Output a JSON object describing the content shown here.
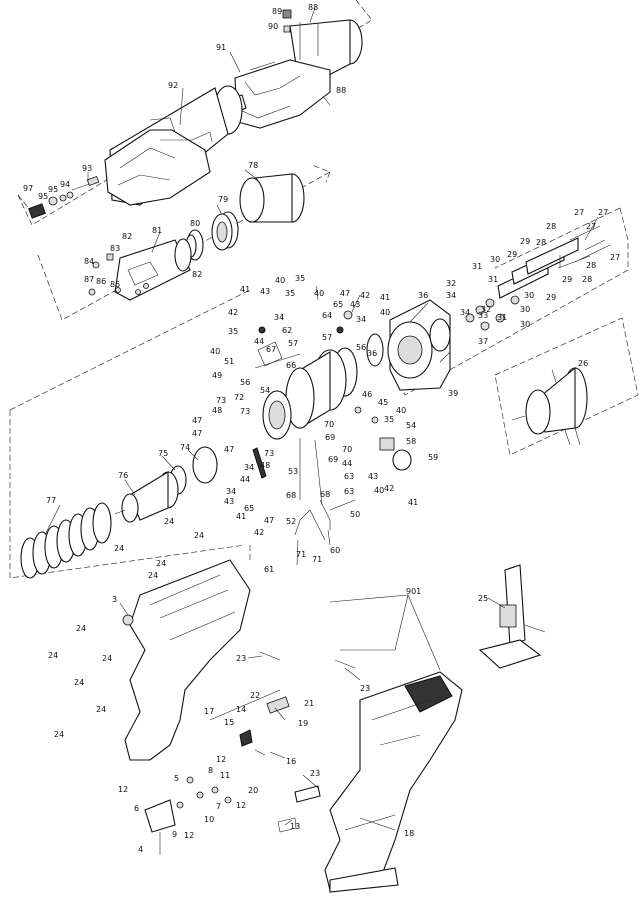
{
  "colors": {
    "ink": "#111111",
    "shade": "#333333",
    "fill_mid": "#888888",
    "fill_light": "#dddddd"
  },
  "labels": {
    "p89": "89",
    "p88a": "88",
    "p90": "90",
    "p91": "91",
    "p92": "92",
    "p88b": "88",
    "p93": "93",
    "p97": "97",
    "p95a": "95",
    "p95b": "95",
    "p94": "94",
    "p78": "78",
    "p79": "79",
    "p80": "80",
    "p81": "81",
    "p82a": "82",
    "p83": "83",
    "p84": "84",
    "p82b": "82",
    "p87": "87",
    "p86": "86",
    "p85": "85",
    "p28a": "28",
    "p27a": "27",
    "p27b": "27",
    "p27c": "27",
    "p28b": "28",
    "p29a": "29",
    "p28c": "28",
    "p27d": "27",
    "p29b": "29",
    "p28d": "28",
    "p29c": "29",
    "p29d": "29",
    "p30a": "30",
    "p31a": "31",
    "p32a": "32",
    "p34a": "34",
    "p31b": "31",
    "p30b": "30",
    "p32b": "32",
    "p31c": "31",
    "p30c": "30",
    "p34b": "34",
    "p33": "33",
    "p30d": "30",
    "p36a": "36",
    "p37": "37",
    "p39": "39",
    "p36b": "36",
    "p26": "26",
    "p41a": "41",
    "p42a": "42",
    "p43a": "43",
    "p40a": "40",
    "p35a": "35",
    "p35b": "35",
    "p40b": "40",
    "p47a": "47",
    "p42b": "42",
    "p41b": "41",
    "p34c": "34",
    "p64": "64",
    "p65a": "65",
    "p43b": "43",
    "p40c": "40",
    "p62": "62",
    "p57a": "57",
    "p57b": "57",
    "p34d": "34",
    "p44a": "44",
    "p35c": "35",
    "p40d": "40",
    "p51": "51",
    "p67": "67",
    "p66": "66",
    "p56": "56",
    "p49": "49",
    "p56b": "56",
    "p54a": "54",
    "p72": "72",
    "p46": "46",
    "p45": "45",
    "p40e": "40",
    "p73a": "73",
    "p73b": "73",
    "p48a": "48",
    "p47b": "47",
    "p47c": "47",
    "p73c": "73",
    "p70a": "70",
    "p69a": "69",
    "p70b": "70",
    "p54b": "54",
    "p58": "58",
    "p35d": "35",
    "p74": "74",
    "p75": "75",
    "p47d": "47",
    "p48b": "48",
    "p59": "59",
    "p69b": "69",
    "p44b": "44",
    "p53": "53",
    "p63a": "63",
    "p43c": "43",
    "p34e": "34",
    "p44c": "44",
    "p34f": "34",
    "p63b": "63",
    "p42c": "42",
    "p40f": "40",
    "p68a": "68",
    "p68b": "68",
    "p41c": "41",
    "p43d": "43",
    "p41d": "41",
    "p65b": "65",
    "p47e": "47",
    "p42d": "42",
    "p52": "52",
    "p50": "50",
    "p71a": "71",
    "p71b": "71",
    "p60": "60",
    "p61": "61",
    "p76": "76",
    "p77": "77",
    "p24a": "24",
    "p24b": "24",
    "p24c": "24",
    "p24d": "24",
    "p24e": "24",
    "p24f": "24",
    "p24g": "24",
    "p24h": "24",
    "p24i": "24",
    "p24j": "24",
    "p24k": "24",
    "p3": "3",
    "p901": "901",
    "p25": "25",
    "p23a": "23",
    "p23b": "23",
    "p23c": "23",
    "p22": "22",
    "p21": "21",
    "p19": "19",
    "p17": "17",
    "p14": "14",
    "p15": "15",
    "p16": "16",
    "p18": "18",
    "p20": "20",
    "p12a": "12",
    "p12b": "12",
    "p12c": "12",
    "p12d": "12",
    "p8": "8",
    "p11": "11",
    "p5": "5",
    "p7": "7",
    "p6": "6",
    "p10": "10",
    "p9": "9",
    "p4": "4",
    "p13": "13"
  }
}
